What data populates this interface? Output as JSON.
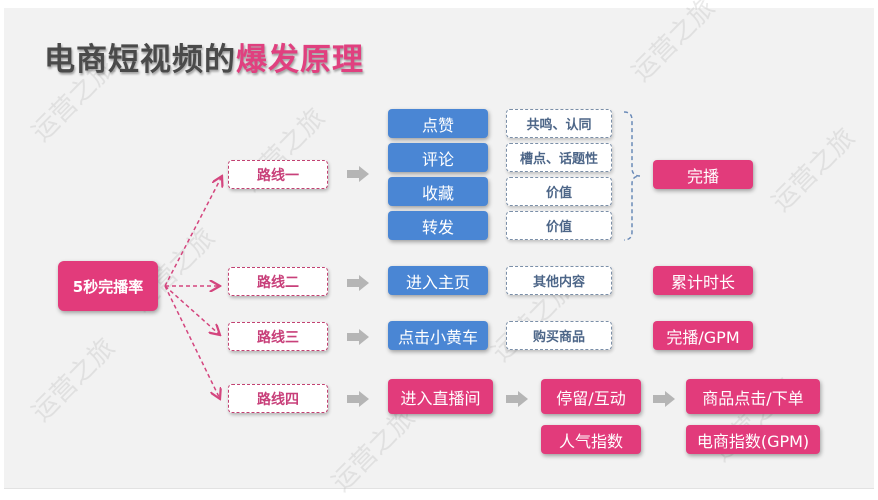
{
  "title": {
    "part1": "电商短视频的",
    "part2": "爆发原理"
  },
  "watermark": "运营之旅",
  "source": {
    "label": "5秒完播率"
  },
  "routes": [
    {
      "label": "路线一"
    },
    {
      "label": "路线二"
    },
    {
      "label": "路线三"
    },
    {
      "label": "路线四"
    }
  ],
  "route1": {
    "actions": [
      {
        "action": "点赞",
        "value": "共鸣、认同"
      },
      {
        "action": "评论",
        "value": "槽点、话题性"
      },
      {
        "action": "收藏",
        "value": "价值"
      },
      {
        "action": "转发",
        "value": "价值"
      }
    ],
    "result": "完播"
  },
  "route2": {
    "action": "进入主页",
    "value": "其他内容",
    "result": "累计时长"
  },
  "route3": {
    "action": "点击小黄车",
    "value": "购买商品",
    "result": "完播/GPM"
  },
  "route4": {
    "step1": "进入直播间",
    "step2": "停留/互动",
    "step2_metric": "人气指数",
    "step3": "商品点击/下单",
    "step3_metric": "电商指数(GPM)"
  },
  "colors": {
    "pink": "#e23b7b",
    "blue": "#4a86d4",
    "title_dark": "#4a4a4a",
    "title_pink": "#e0407f"
  }
}
